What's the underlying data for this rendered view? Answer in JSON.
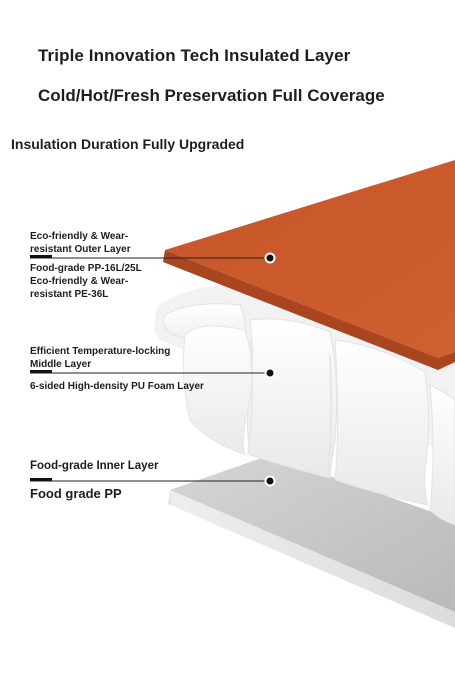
{
  "header": {
    "title_line1": "Triple Innovation Tech Insulated Layer",
    "title_line2": "Cold/Hot/Fresh Preservation Full Coverage",
    "subtitle": "Insulation Duration Fully Upgraded"
  },
  "layers": {
    "outer": {
      "title_line1": "Eco-friendly & Wear-",
      "title_line2": "resistant Outer Layer",
      "desc_line1": "Food-grade PP-16L/25L",
      "desc_line2": "Eco-friendly & Wear-",
      "desc_line3": "resistant PE-36L",
      "color": "#c9582c"
    },
    "middle": {
      "title_line1": "Efficient Temperature-locking",
      "title_line2": "Middle Layer",
      "desc": "6-sided High-density PU Foam Layer",
      "color": "#f4f4f4"
    },
    "inner": {
      "title": "Food-grade Inner Layer",
      "desc": "Food grade PP",
      "color": "#c8c8c8"
    }
  }
}
